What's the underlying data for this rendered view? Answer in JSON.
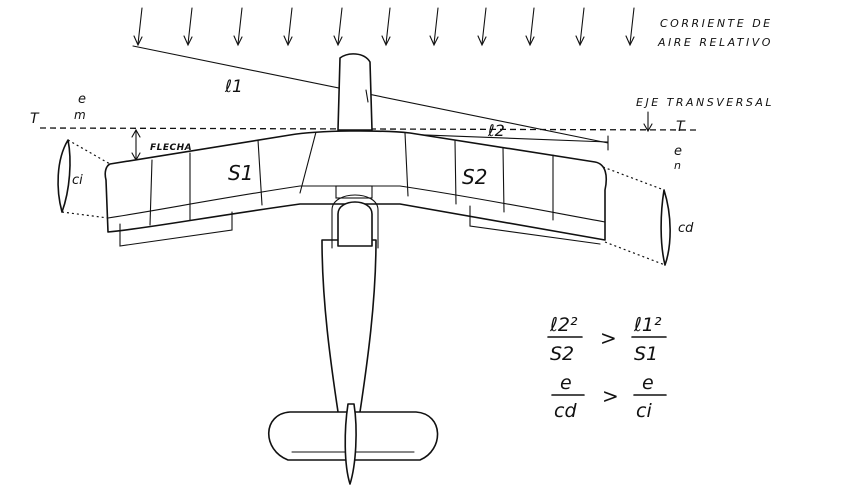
{
  "labels": {
    "airflow_line1": "CORRIENTE DE",
    "airflow_line2": "AIRE RELATIVO",
    "transverse_axis": "EJE TRANSVERSAL",
    "axis_left_T": "T",
    "axis_left_e": "e",
    "axis_left_m": "m",
    "axis_right_T": "T",
    "axis_right_e": "e",
    "axis_right_n": "n",
    "flecha": "FLECHA",
    "l1": "ℓ1",
    "l2": "ℓ2",
    "s1": "S1",
    "s2": "S2",
    "ci": "ci",
    "cd": "cd"
  },
  "formulas": {
    "f1_num_left": "ℓ2²",
    "f1_den_left": "S2",
    "f1_op": ">",
    "f1_num_right": "ℓ1²",
    "f1_den_right": "S1",
    "f2_num_left": "e",
    "f2_den_left": "cd",
    "f2_op": ">",
    "f2_num_right": "e",
    "f2_den_right": "ci"
  }
}
